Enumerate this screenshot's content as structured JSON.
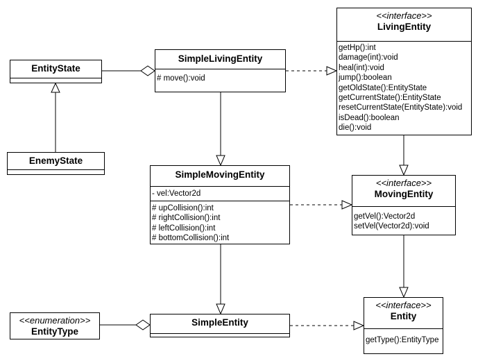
{
  "classes": {
    "living_entity": {
      "stereotype": "<<interface>>",
      "name": "LivingEntity",
      "methods": [
        "getHp():int",
        "damage(int):void",
        "heal(int):void",
        "jump():boolean",
        "getOldState():EntityState",
        "getCurrentState():EntityState",
        "resetCurrentState(EntityState):void",
        "isDead():boolean",
        "die():void"
      ]
    },
    "simple_living_entity": {
      "name": "SimpleLivingEntity",
      "methods": [
        "# move():void"
      ]
    },
    "entity_state": {
      "name": "EntityState"
    },
    "enemy_state": {
      "name": "EnemyState"
    },
    "simple_moving_entity": {
      "name": "SimpleMovingEntity",
      "fields": [
        "- vel:Vector2d"
      ],
      "methods": [
        "# upCollision():int",
        "# rightCollision():int",
        "# leftCollision():int",
        "# bottomCollision():int"
      ]
    },
    "moving_entity": {
      "stereotype": "<<interface>>",
      "name": "MovingEntity",
      "methods": [
        "getVel():Vector2d",
        "setVel(Vector2d):void"
      ]
    },
    "entity_type": {
      "stereotype": "<<enumeration>>",
      "name": "EntityType"
    },
    "simple_entity": {
      "name": "SimpleEntity"
    },
    "entity": {
      "stereotype": "<<interface>>",
      "name": "Entity",
      "methods": [
        "getType():EntityType"
      ]
    }
  },
  "relations": [
    {
      "kind": "aggregation",
      "from": "SimpleLivingEntity",
      "to": "EntityState"
    },
    {
      "kind": "generalization",
      "from": "EnemyState",
      "to": "EntityState"
    },
    {
      "kind": "realization",
      "from": "SimpleLivingEntity",
      "to": "LivingEntity"
    },
    {
      "kind": "generalization",
      "from": "SimpleLivingEntity",
      "to": "SimpleMovingEntity"
    },
    {
      "kind": "generalization",
      "from": "LivingEntity",
      "to": "MovingEntity"
    },
    {
      "kind": "realization",
      "from": "SimpleMovingEntity",
      "to": "MovingEntity"
    },
    {
      "kind": "generalization",
      "from": "SimpleMovingEntity",
      "to": "SimpleEntity"
    },
    {
      "kind": "generalization",
      "from": "MovingEntity",
      "to": "Entity"
    },
    {
      "kind": "aggregation",
      "from": "SimpleEntity",
      "to": "EntityType"
    },
    {
      "kind": "realization",
      "from": "SimpleEntity",
      "to": "Entity"
    }
  ]
}
